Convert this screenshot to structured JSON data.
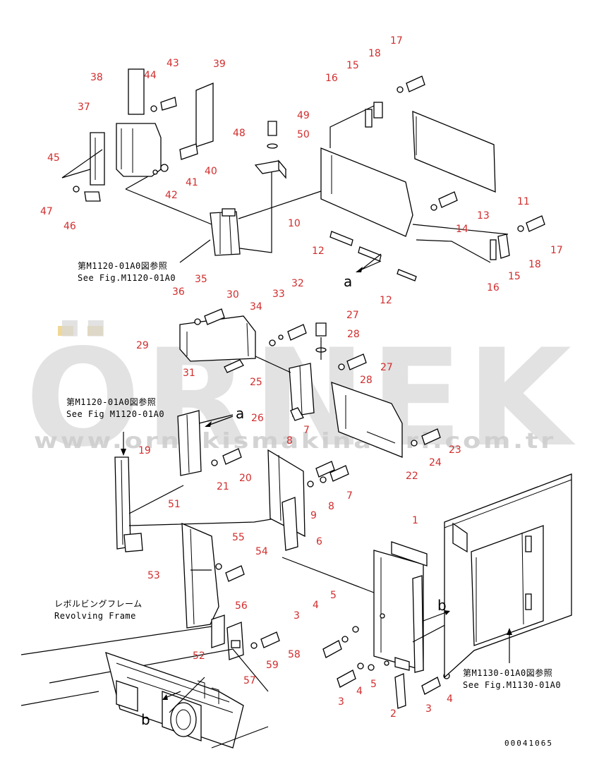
{
  "watermark": {
    "brand": "ÖRNEK",
    "site": "www.ornekismakinalari.com.tr"
  },
  "references": [
    {
      "id": "ref-m1120-top",
      "jp": "第M1120-01A0図参照",
      "en": "See Fig.M1120-01A0"
    },
    {
      "id": "ref-m1120-mid",
      "jp": "第M1120-01A0図参照",
      "en": "See Fig M1120-01A0"
    },
    {
      "id": "ref-m1130",
      "jp": "第M1130-01A0図参照",
      "en": "See Fig.M1130-01A0"
    },
    {
      "id": "ref-revolving",
      "jp": "レボルビングフレーム",
      "en": "Revolving Frame"
    }
  ],
  "view_letters": [
    "a",
    "a",
    "b",
    "b"
  ],
  "drawing_code": "00041065",
  "callouts": [
    "1",
    "2",
    "3",
    "3",
    "3",
    "4",
    "4",
    "4",
    "5",
    "5",
    "6",
    "7",
    "7",
    "8",
    "8",
    "9",
    "10",
    "11",
    "12",
    "12",
    "13",
    "14",
    "15",
    "15",
    "16",
    "16",
    "17",
    "17",
    "18",
    "18",
    "19",
    "20",
    "21",
    "22",
    "23",
    "24",
    "25",
    "26",
    "27",
    "27",
    "28",
    "28",
    "29",
    "30",
    "31",
    "32",
    "33",
    "34",
    "35",
    "36",
    "37",
    "38",
    "39",
    "40",
    "41",
    "42",
    "43",
    "44",
    "45",
    "46",
    "47",
    "48",
    "49",
    "50",
    "51",
    "52",
    "53",
    "54",
    "55",
    "56",
    "57",
    "58",
    "59"
  ]
}
